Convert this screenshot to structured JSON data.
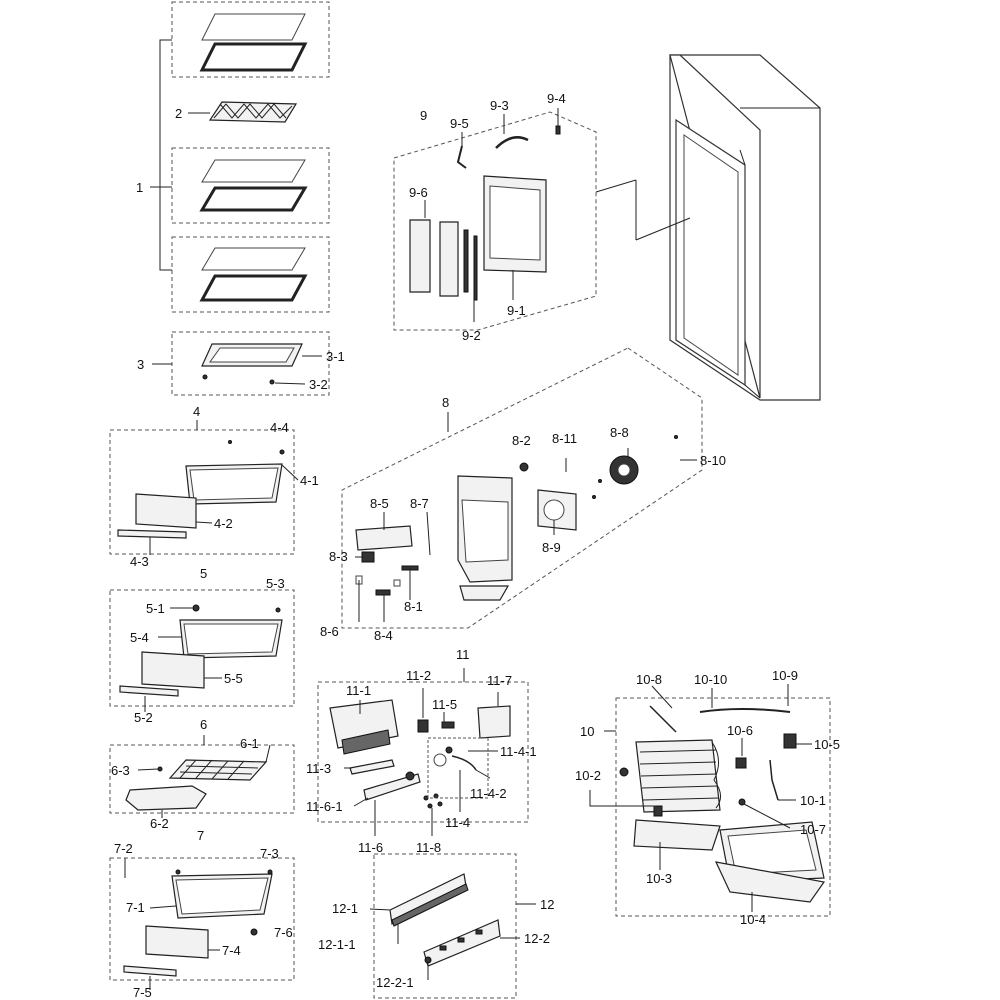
{
  "labels": {
    "l1": "1",
    "l2": "2",
    "l3": "3",
    "l3_1": "3-1",
    "l3_2": "3-2",
    "l4": "4",
    "l4_1": "4-1",
    "l4_2": "4-2",
    "l4_3": "4-3",
    "l4_4": "4-4",
    "l5": "5",
    "l5_1": "5-1",
    "l5_2": "5-2",
    "l5_3": "5-3",
    "l5_4": "5-4",
    "l5_5": "5-5",
    "l6": "6",
    "l6_1": "6-1",
    "l6_2": "6-2",
    "l6_3": "6-3",
    "l7": "7",
    "l7_1": "7-1",
    "l7_2": "7-2",
    "l7_3": "7-3",
    "l7_4": "7-4",
    "l7_5": "7-5",
    "l7_6": "7-6",
    "l8": "8",
    "l8_1": "8-1",
    "l8_2": "8-2",
    "l8_3": "8-3",
    "l8_4": "8-4",
    "l8_5": "8-5",
    "l8_6": "8-6",
    "l8_7": "8-7",
    "l8_8": "8-8",
    "l8_9": "8-9",
    "l8_10": "8-10",
    "l8_11": "8-11",
    "l9": "9",
    "l9_1": "9-1",
    "l9_2": "9-2",
    "l9_3": "9-3",
    "l9_4": "9-4",
    "l9_5": "9-5",
    "l9_6": "9-6",
    "l10": "10",
    "l10_1": "10-1",
    "l10_2": "10-2",
    "l10_3": "10-3",
    "l10_4": "10-4",
    "l10_5": "10-5",
    "l10_6": "10-6",
    "l10_7": "10-7",
    "l10_8": "10-8",
    "l10_9": "10-9",
    "l10_10": "10-10",
    "l11": "11",
    "l11_1": "11-1",
    "l11_2": "11-2",
    "l11_3": "11-3",
    "l11_4": "11-4",
    "l11_4_1": "11-4-1",
    "l11_4_2": "11-4-2",
    "l11_5": "11-5",
    "l11_6": "11-6",
    "l11_6_1": "11-6-1",
    "l11_7": "11-7",
    "l11_8": "11-8",
    "l12": "12",
    "l12_1": "12-1",
    "l12_1_1": "12-1-1",
    "l12_2": "12-2",
    "l12_2_1": "12-2-1"
  }
}
